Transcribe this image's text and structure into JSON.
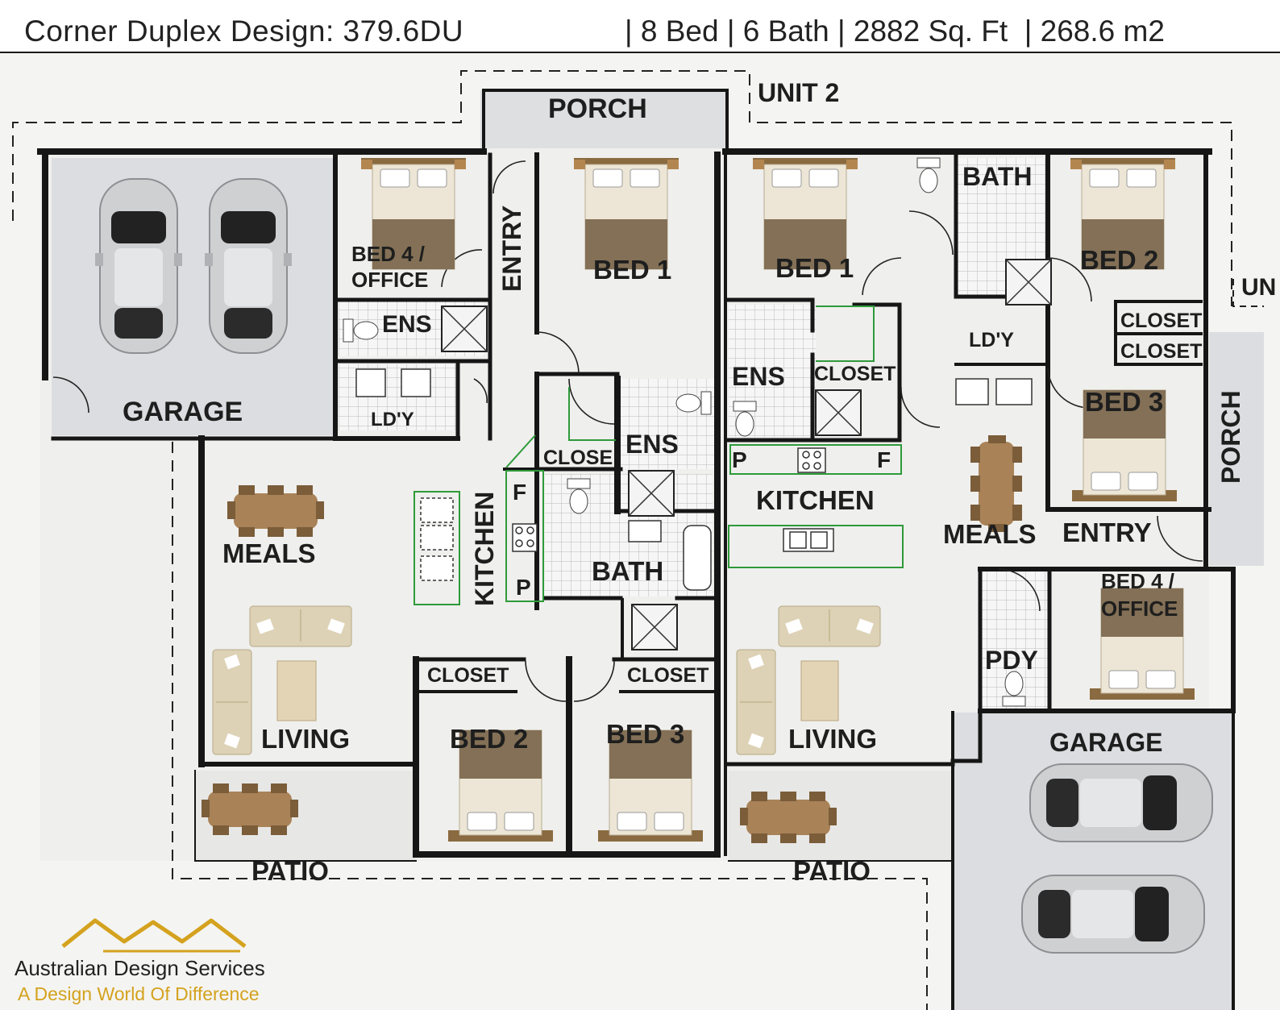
{
  "header": {
    "title": "Corner Duplex Design: 379.6DU",
    "specs": "| 8 Bed | 6 Bath | 2882 Sq. Ft  | 268.6 m2"
  },
  "unit1": {
    "garage": "GARAGE",
    "bed4_line1": "BED 4 /",
    "bed4_line2": "OFFICE",
    "ens_top": "ENS",
    "laundry": "LD'Y",
    "entry": "ENTRY",
    "bed1": "BED 1",
    "closet_small": "CLOSE",
    "ens": "ENS",
    "kitchen": "KITCHEN",
    "fridge": "F",
    "pantry": "P",
    "bath": "BATH",
    "meals": "MEALS",
    "living": "LIVING",
    "closet_left": "CLOSET",
    "closet_right": "CLOSET",
    "bed2": "BED 2",
    "bed3": "BED 3",
    "patio": "PATIO"
  },
  "unit2": {
    "porch_top": "PORCH",
    "unit_label": "UNIT 2",
    "bed1": "BED 1",
    "bath": "BATH",
    "bed2": "BED 2",
    "ens": "ENS",
    "closet": "CLOSET",
    "laundry": "LD'Y",
    "closet_a": "CLOSET",
    "closet_b": "CLOSET",
    "bed3": "BED 3",
    "porch_side": "PORCH",
    "pantry": "P",
    "fridge": "F",
    "kitchen": "KITCHEN",
    "meals": "MEALS",
    "entry": "ENTRY",
    "bed4_line1": "BED 4 /",
    "bed4_line2": "OFFICE",
    "powder": "PDY",
    "living": "LIVING",
    "garage": "GARAGE",
    "patio": "PATIO",
    "cut_label": "UN"
  },
  "brand": {
    "name": "Australian Design Services",
    "tagline": "A Design World Of Difference"
  },
  "colors": {
    "wall": "#161616",
    "floor": "#efefed",
    "garage": "#dcdde0",
    "patio": "#e7e7e5",
    "fixture": "#2e9a3a",
    "gold": "#d4a21e",
    "furniture_wood": "#a07d52",
    "sofa": "#ddd2b6"
  }
}
